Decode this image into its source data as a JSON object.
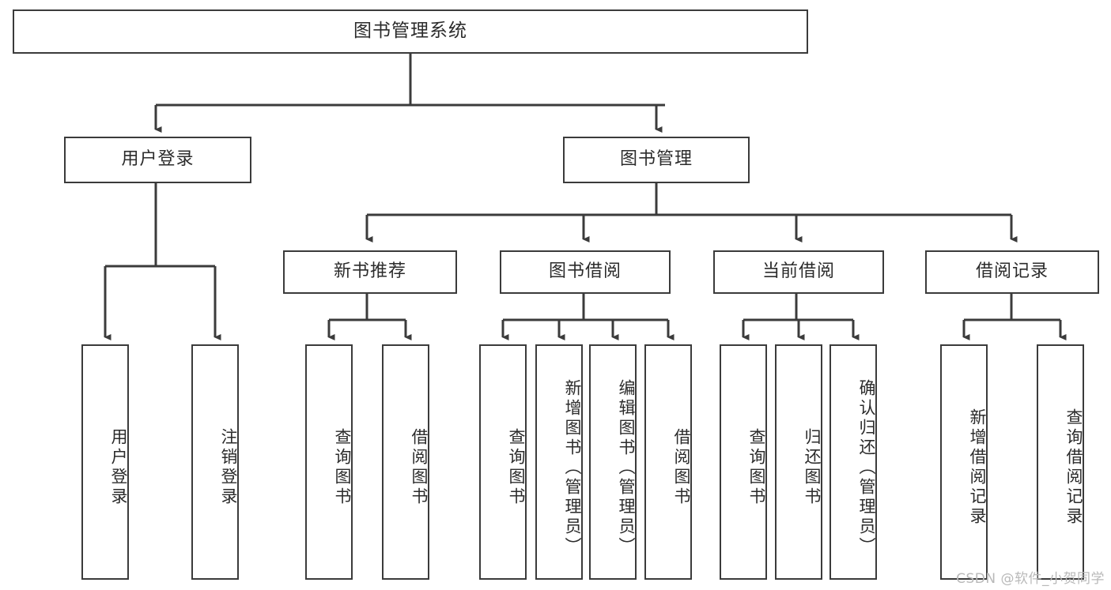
{
  "diagram": {
    "title": "图书管理系统",
    "type": "hierarchy-tree",
    "colors": {
      "background": "#ffffff",
      "box_border": "#3b3b3b",
      "box_fill": "#ffffff",
      "line": "#3b3b3b",
      "text": "#2b2b2b",
      "watermark": "#b9b9b9"
    }
  },
  "root": {
    "label": "图书管理系统"
  },
  "level2": [
    {
      "label": "用户登录"
    },
    {
      "label": "图书管理"
    }
  ],
  "level3": [
    {
      "label": "新书推荐"
    },
    {
      "label": "图书借阅"
    },
    {
      "label": "当前借阅"
    },
    {
      "label": "借阅记录"
    }
  ],
  "leaves": {
    "user_login": [
      {
        "label": "用户登录"
      },
      {
        "label": "注销登录"
      }
    ],
    "new_book_recommend": [
      {
        "label": "查询图书"
      },
      {
        "label": "借阅图书"
      }
    ],
    "book_borrow": [
      {
        "label": "查询图书"
      },
      {
        "label": "新增图书（管理员）"
      },
      {
        "label": "编辑图书（管理员）"
      },
      {
        "label": "借阅图书"
      }
    ],
    "current_borrow": [
      {
        "label": "查询图书"
      },
      {
        "label": "归还图书"
      },
      {
        "label": "确认归还（管理员）"
      }
    ],
    "borrow_record": [
      {
        "label": "新增借阅记录"
      },
      {
        "label": "查询借阅记录"
      }
    ]
  },
  "watermark": {
    "text": "CSDN @软件_小贺同学"
  }
}
